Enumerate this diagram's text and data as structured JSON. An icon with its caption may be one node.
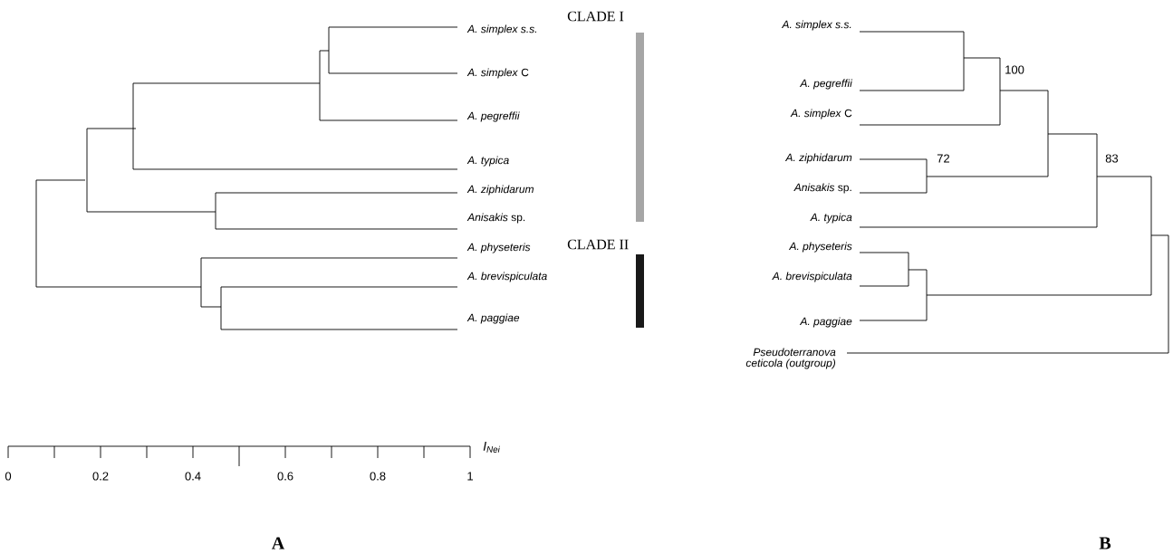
{
  "diagram": {
    "labels": [
      "A. simplex s.s.",
      "*A. simplex* C",
      "A. pegreffii",
      "A. typica",
      "A. ziphidarum",
      "*Anisakis* sp.",
      "A. physeteris",
      "A. brevispiculata",
      "A. paggiae",
      "CLADE I",
      "CLADE II",
      "A. simplex s.s.",
      "A. pegreffii",
      "*A. simplex* C",
      "A. ziphidarum",
      "*Anisakis* sp.",
      "A. typica",
      "A. physeteris",
      "A. brevispiculata",
      "A. paggiae",
      "Pseudoterranova ceticola (outgroup)",
      "100",
      "72",
      "83",
      "0",
      "0.2",
      "0.4",
      "0.6",
      "0.8",
      "1",
      "I$_{Nei}$",
      "A",
      "B"
    ]
  }
}
